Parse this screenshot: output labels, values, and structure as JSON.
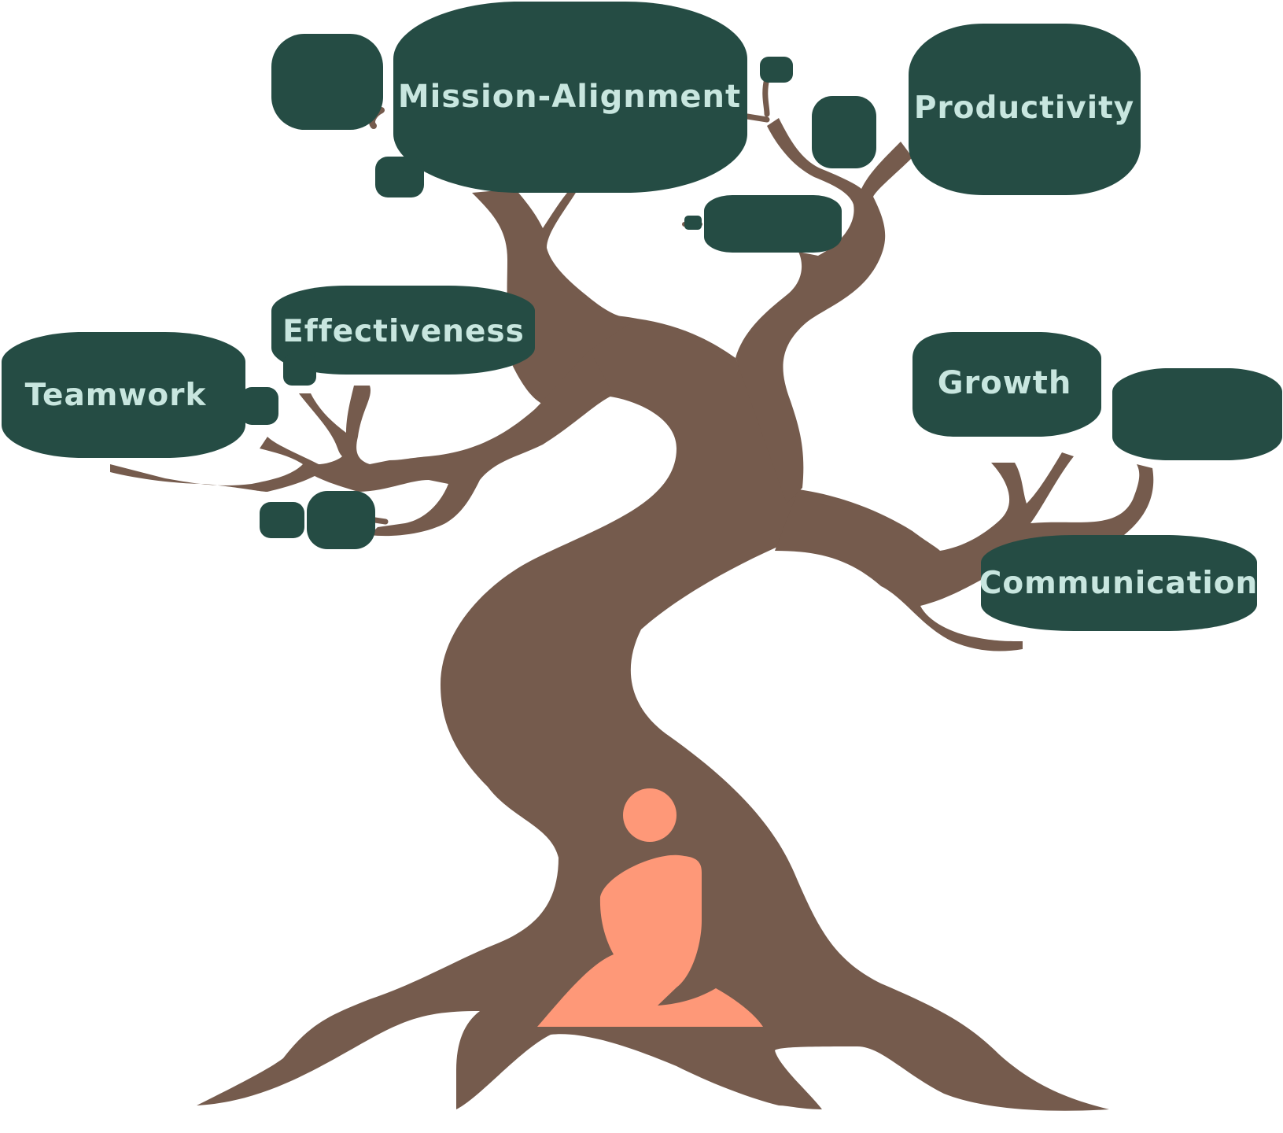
{
  "diagram": {
    "labels": {
      "mission_alignment": "Mission-Alignment",
      "productivity": "Productivity",
      "effectiveness": "Effectiveness",
      "teamwork": "Teamwork",
      "growth": "Growth",
      "communication": "Communication"
    },
    "icons": {
      "figure": "seated-person-icon",
      "tree": "tree-illustration"
    },
    "colors": {
      "canopy": "#254c44",
      "trunk": "#755b4d",
      "label_text": "#c8e6df",
      "figure": "#fe9878",
      "background": "#ffffff"
    }
  }
}
